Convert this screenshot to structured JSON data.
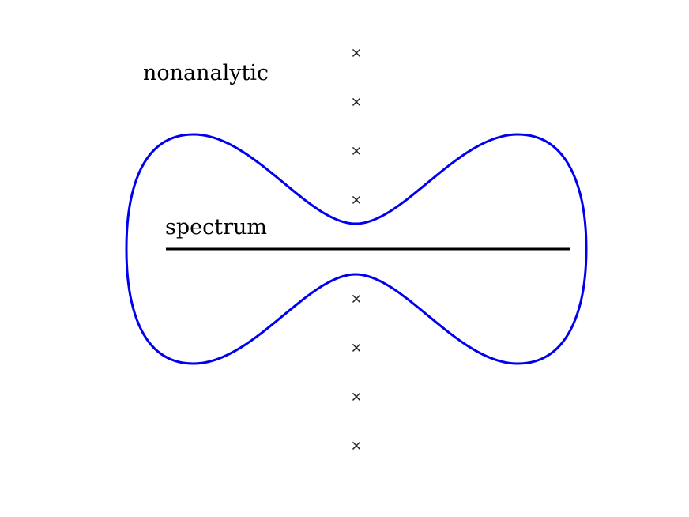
{
  "labels": {
    "nonanalytic": "nonanalytic",
    "spectrum": "spectrum"
  },
  "pole_marker": "×",
  "poles": {
    "upper_count": 4,
    "lower_count": 4
  },
  "colors": {
    "contour": "#0000ee",
    "spectrum_line": "#000000",
    "text": "#000000",
    "poles": "#222222"
  }
}
